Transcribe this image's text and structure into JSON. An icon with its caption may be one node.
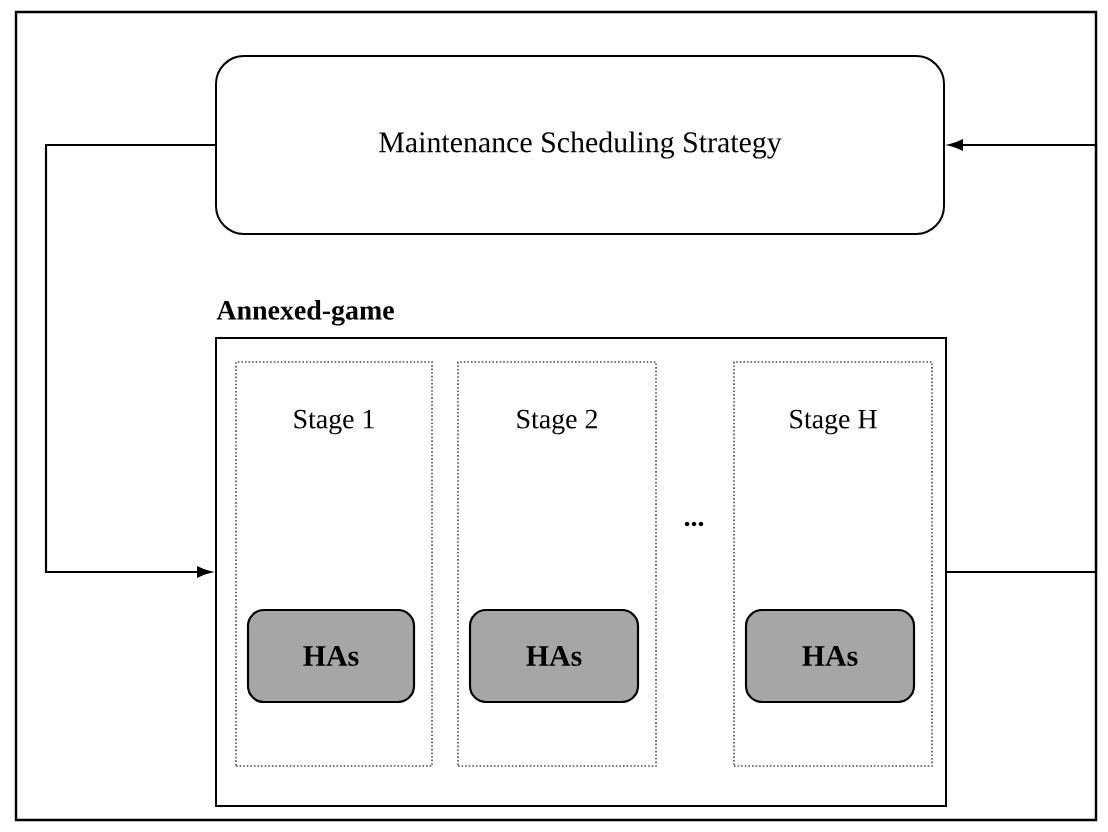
{
  "diagram": {
    "nodes": [
      {
        "text": [
          "Maintenance Scheduling Strategy"
        ]
      },
      {
        "text": [
          "Annexed-game"
        ]
      },
      {
        "text": [
          "Stage 1"
        ],
        "in": 1
      },
      {
        "text": [
          "HAs"
        ],
        "in": 2
      },
      {
        "text": [
          "Stage 2"
        ],
        "in": 1
      },
      {
        "text": [
          "HAs"
        ],
        "in": 4
      },
      {
        "text": [
          "Stage H"
        ],
        "in": 1
      },
      {
        "text": [
          "HAs"
        ],
        "in": 6
      }
    ],
    "edges": [
      {
        "from": 0,
        "to": 1,
        "arrow": "to"
      },
      {
        "from": 1,
        "to": 0,
        "arrow": "to"
      }
    ],
    "labels": [
      "..."
    ]
  }
}
